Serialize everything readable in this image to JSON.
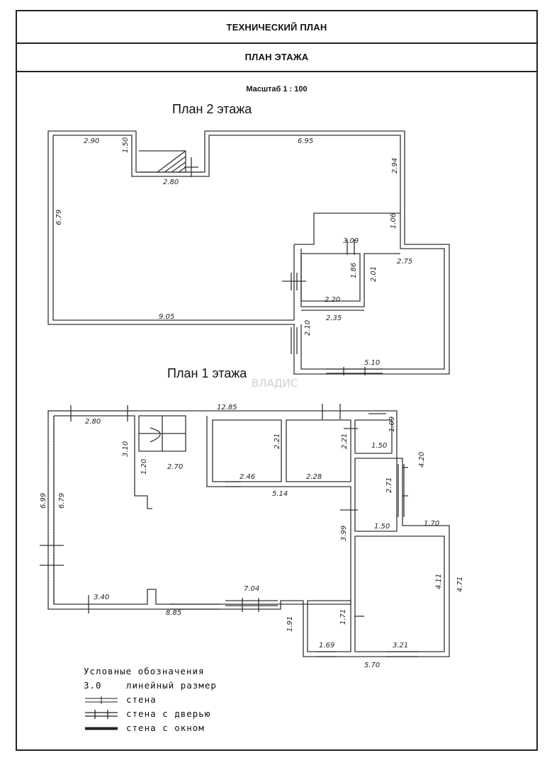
{
  "header": {
    "title": "ТЕХНИЧЕСКИЙ ПЛАН",
    "subtitle": "ПЛАН ЭТАЖА"
  },
  "scale_label": "Масштаб  1 : 100",
  "floor2": {
    "title": "План 2 этажа",
    "dims": [
      "2.90",
      "1.50",
      "2.80",
      "6.95",
      "2.94",
      "6.79",
      "1.06",
      "3.09",
      "2.75",
      "1.86",
      "2.01",
      "2.20",
      "2.35",
      "9.05",
      "2.10",
      "5.10"
    ]
  },
  "floor1": {
    "title": "План 1 этажа",
    "dims": [
      "12.85",
      "2.80",
      "3.10",
      "1.20",
      "2.70",
      "2.21",
      "2.46",
      "2.21",
      "2.28",
      "1.09",
      "1.50",
      "4.20",
      "5.14",
      "2.71",
      "6.99",
      "6.79",
      "1.50",
      "1.70",
      "3.99",
      "4.11",
      "4.71",
      "3.40",
      "7.04",
      "8.85",
      "1.91",
      "1.71",
      "1.69",
      "3.21",
      "5.70"
    ]
  },
  "watermark": "ВЛАДИС",
  "legend": {
    "title": "Условные обозначения",
    "items": [
      {
        "symbol": "3.0",
        "label": "линейный размер"
      },
      {
        "symbol": "",
        "label": "стена"
      },
      {
        "symbol": "",
        "label": "стена с дверью"
      },
      {
        "symbol": "",
        "label": "стена с окном"
      }
    ]
  }
}
